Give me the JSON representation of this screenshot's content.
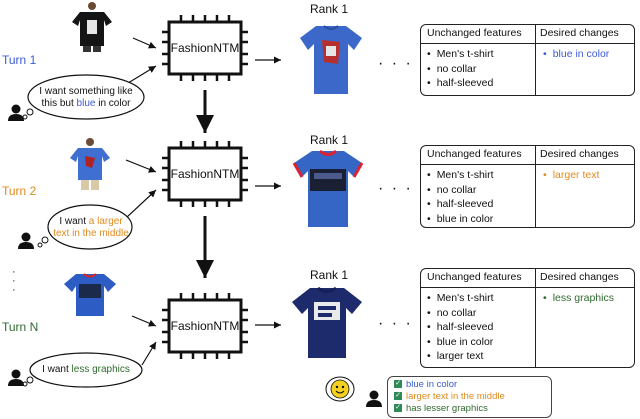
{
  "colors": {
    "blue": "#3b5bd6",
    "orange": "#e08a1e",
    "green": "#2f6b2f",
    "text": "#111111"
  },
  "model_name": "FashionNTM",
  "rank_label": "Rank 1",
  "ellipsis": "· · ·",
  "vdots": "·\n·\n·",
  "panel_headers": {
    "unchanged": "Unchanged features",
    "desired": "Desired changes"
  },
  "turns": [
    {
      "label": "Turn 1",
      "color": "#3b5bd6",
      "feedback_parts": [
        "I want something like",
        "this but ",
        "blue",
        " in color"
      ],
      "unchanged": [
        "Men's t-shirt",
        "no collar",
        "half-sleeved"
      ],
      "desired": [
        "blue in color"
      ]
    },
    {
      "label": "Turn 2",
      "color": "#e08a1e",
      "feedback_parts": [
        "I want ",
        "a larger",
        "text in the middle"
      ],
      "unchanged": [
        "Men's t-shirt",
        "no collar",
        "half-sleeved",
        "blue in color"
      ],
      "desired": [
        "larger text"
      ]
    },
    {
      "label": "Turn N",
      "color": "#2f6b2f",
      "feedback_parts": [
        "I want ",
        "less graphics"
      ],
      "unchanged": [
        "Men's t-shirt",
        "no collar",
        "half-sleeved",
        "blue in color",
        "larger text"
      ],
      "desired": [
        "less graphics"
      ]
    }
  ],
  "summary": [
    "blue in color",
    "larger text in the middle",
    "has lesser graphics"
  ],
  "icons": [
    "user-icon",
    "smiley-icon",
    "chip-icon",
    "tshirt-icon",
    "arrow-icon",
    "checkbox-icon"
  ]
}
